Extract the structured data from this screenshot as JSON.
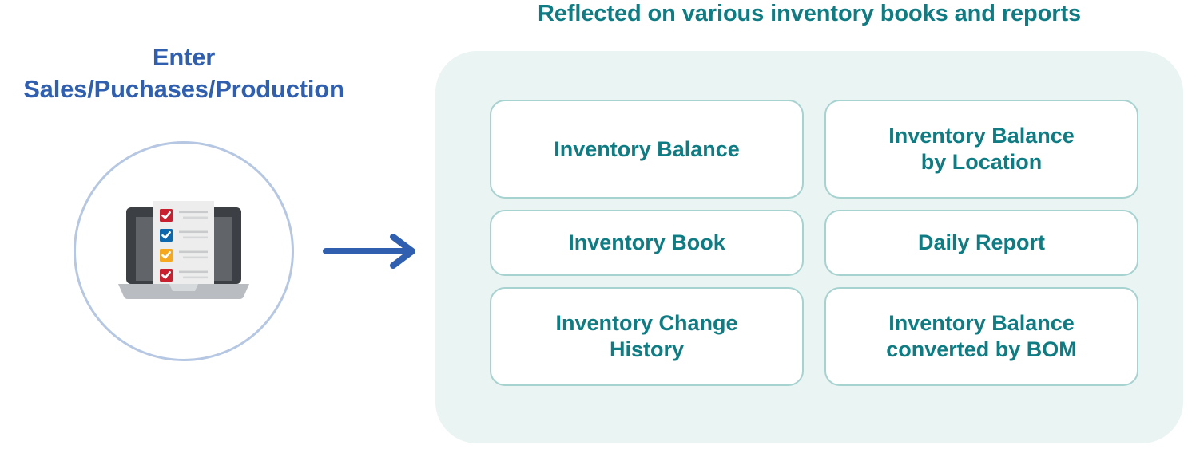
{
  "left": {
    "title": "Enter\nSales/Puchases/Production",
    "icon_name": "laptop-checklist-icon",
    "checklist": [
      {
        "color": "#c8202e"
      },
      {
        "color": "#0b68ae"
      },
      {
        "color": "#f6a81c"
      },
      {
        "color": "#c8202e"
      }
    ]
  },
  "flow": {
    "arrow_name": "right-arrow-icon",
    "arrow_color": "#2f5fae"
  },
  "right": {
    "heading": "Reflected on various inventory books and reports",
    "cards": [
      {
        "label": "Inventory Balance"
      },
      {
        "label": "Inventory Balance\nby Location"
      },
      {
        "label": "Inventory Book"
      },
      {
        "label": "Daily Report"
      },
      {
        "label": "Inventory Change\nHistory"
      },
      {
        "label": "Inventory Balance\nconverted by BOM"
      }
    ]
  },
  "colors": {
    "blue_text": "#2f5fae",
    "teal_text": "#0f7c84",
    "panel_bg": "#e9f4f3",
    "card_border": "#a6d2d0",
    "circle_border": "#b6c7e3"
  }
}
